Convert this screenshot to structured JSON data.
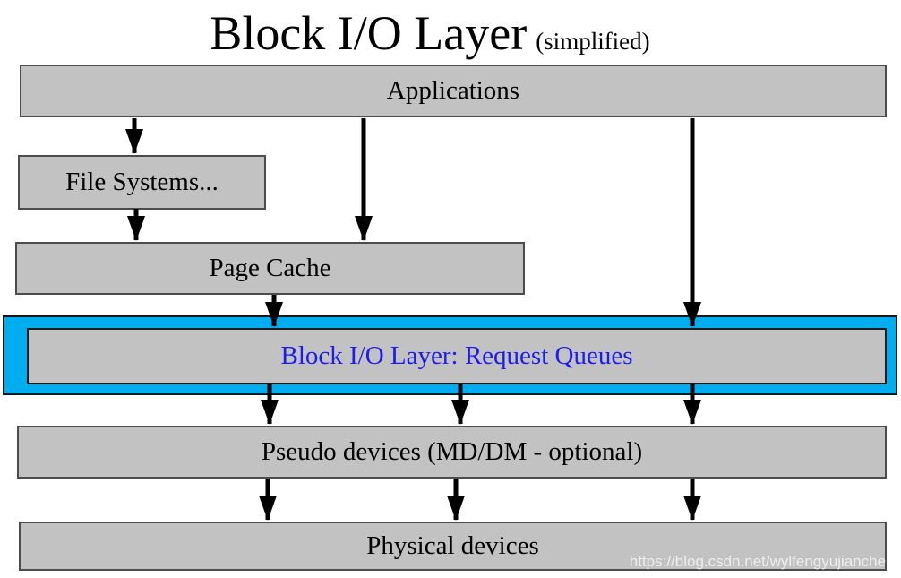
{
  "title": {
    "main": "Block I/O Layer",
    "suffix": "(simplified)"
  },
  "nodes": {
    "applications": {
      "label": "Applications"
    },
    "file_systems": {
      "label": "File Systems..."
    },
    "page_cache": {
      "label": "Page Cache"
    },
    "block_io": {
      "label": "Block I/O Layer: Request Queues",
      "highlighted": true
    },
    "pseudo_devices": {
      "label": "Pseudo devices (MD/DM - optional)"
    },
    "physical_devices": {
      "label": "Physical devices"
    }
  },
  "edges": [
    {
      "from": "applications",
      "to": "file_systems",
      "count": 1
    },
    {
      "from": "applications",
      "to": "page_cache",
      "count": 1
    },
    {
      "from": "applications",
      "to": "block_io",
      "count": 1
    },
    {
      "from": "file_systems",
      "to": "page_cache",
      "count": 1
    },
    {
      "from": "page_cache",
      "to": "block_io",
      "count": 1
    },
    {
      "from": "block_io",
      "to": "pseudo_devices",
      "count": 3
    },
    {
      "from": "pseudo_devices",
      "to": "physical_devices",
      "count": 3
    }
  ],
  "colors": {
    "box_fill": "#c2c2c2",
    "box_border": "#4c4c4c",
    "highlight_fill": "#00aeef",
    "highlight_border": "#151515",
    "highlight_text": "#1c1cf0",
    "arrow": "#000000",
    "background": "#ffffff"
  },
  "watermark": {
    "text": "https://blog.csdn.net/wylfengyujiancheng"
  }
}
